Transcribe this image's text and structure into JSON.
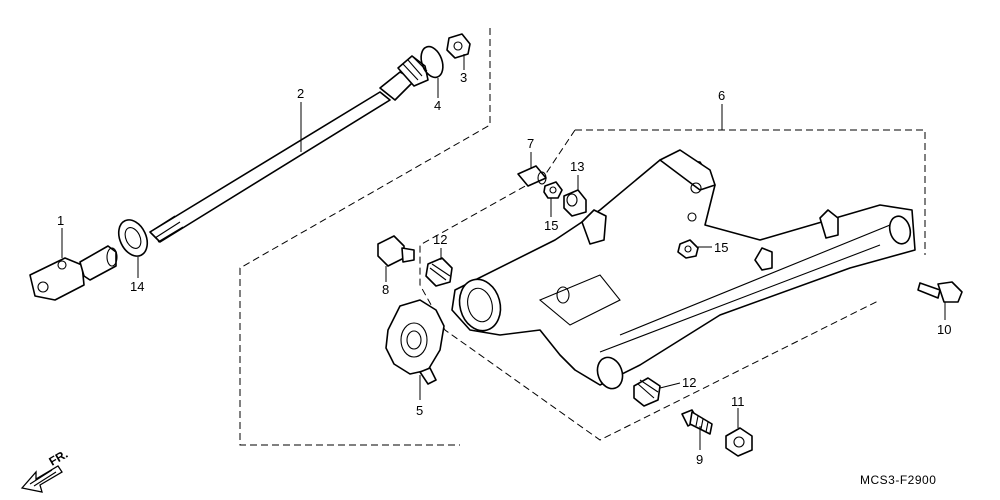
{
  "diagram": {
    "parts": [
      {
        "id": "p1",
        "label": "1"
      },
      {
        "id": "p2",
        "label": "2"
      },
      {
        "id": "p3",
        "label": "3"
      },
      {
        "id": "p4",
        "label": "4"
      },
      {
        "id": "p5",
        "label": "5"
      },
      {
        "id": "p6",
        "label": "6"
      },
      {
        "id": "p7",
        "label": "7"
      },
      {
        "id": "p8",
        "label": "8"
      },
      {
        "id": "p9",
        "label": "9"
      },
      {
        "id": "p10",
        "label": "10"
      },
      {
        "id": "p11",
        "label": "11"
      },
      {
        "id": "p12a",
        "label": "12"
      },
      {
        "id": "p12b",
        "label": "12"
      },
      {
        "id": "p13",
        "label": "13"
      },
      {
        "id": "p14",
        "label": "14"
      },
      {
        "id": "p15a",
        "label": "15"
      },
      {
        "id": "p15b",
        "label": "15"
      }
    ],
    "code": "MCS3-F2900",
    "direction": "FR."
  }
}
